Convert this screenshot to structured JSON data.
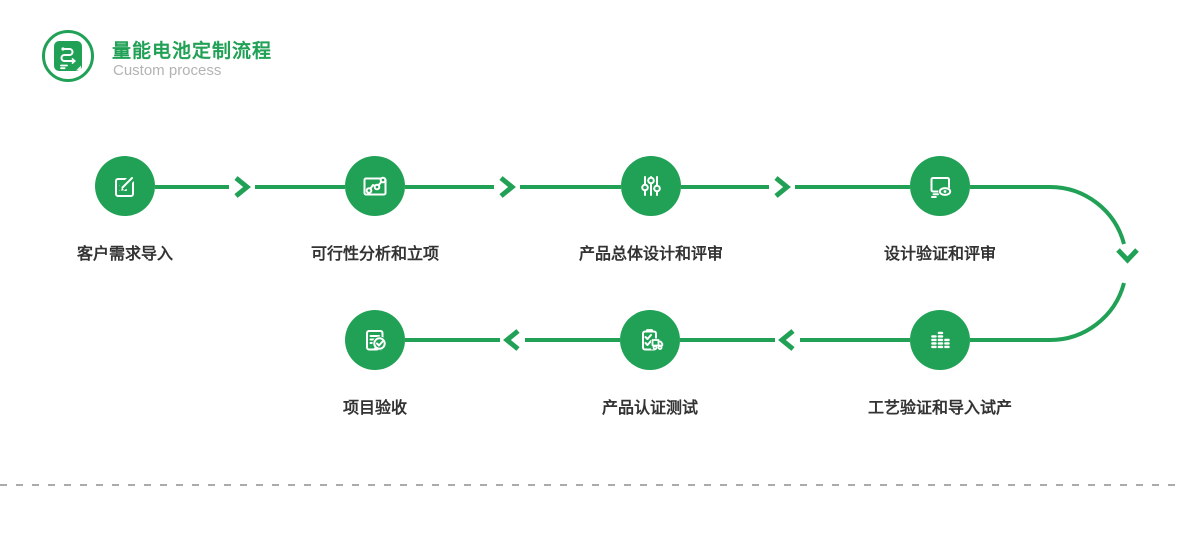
{
  "header": {
    "title": "量能电池定制流程",
    "subtitle": "Custom process",
    "logo_icon": "workflow-document-icon"
  },
  "flow": {
    "steps": [
      {
        "label": "客户需求导入",
        "icon": "edit-document-icon"
      },
      {
        "label": "可行性分析和立项",
        "icon": "line-chart-icon"
      },
      {
        "label": "产品总体设计和评审",
        "icon": "vertical-sliders-icon"
      },
      {
        "label": "设计验证和评审",
        "icon": "monitor-eye-icon"
      },
      {
        "label": "工艺验证和导入试产",
        "icon": "equalizer-bars-icon"
      },
      {
        "label": "产品认证测试",
        "icon": "clipboard-truck-icon"
      },
      {
        "label": "项目验收",
        "icon": "document-check-icon"
      }
    ],
    "connector_arrows": [
      ">",
      ">",
      ">",
      "v",
      "<",
      "<"
    ]
  },
  "colors": {
    "accent_green": "#21a156",
    "label_text": "#333333",
    "subtitle_gray": "#b3b3b3",
    "divider_gray": "#ababab"
  }
}
